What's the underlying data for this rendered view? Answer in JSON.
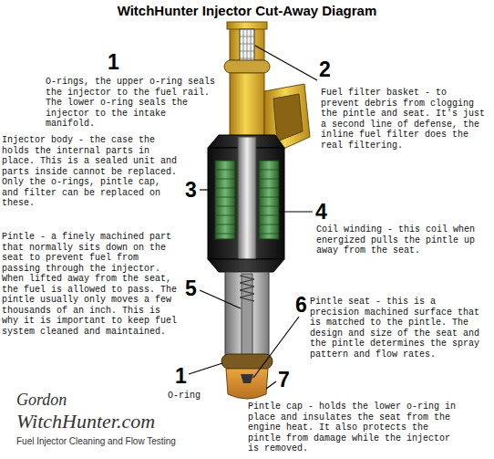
{
  "diagram": {
    "title": "WitchHunter Injector Cut-Away Diagram",
    "labels": [
      "1",
      "O-rings, the upper o-ring seals the injector to the fuel rail. The lower o-ring seals the injector to the intake manifold.",
      "2",
      "Fuel filter basket - to prevent debris from clogging the pintle and seat. It's just a second line of defense, the inline fuel filter does the real filtering.",
      "Injector body - the case the holds the internal parts in place. This is a sealed unit and parts inside cannot be replaced. Only the o-rings, pintle cap, and filter can be replaced on these.",
      "3",
      "4",
      "Coil winding - this coil when energized pulls the pintle up away from the seat.",
      "Pintle - a finely machined part that normally sits down on the seat to prevent fuel from passing through the injector. When lifted away from the seat, the fuel is allowed to pass. The pintle usually only moves a few thousands of an inch. This is why it is important to keep fuel system cleaned and maintained.",
      "5",
      "6",
      "Pintle seat - this is a precision machined surface that is matched to the pintle. The design and size of the seat and the pintle determines the spray pattern and flow rates.",
      "1",
      "O-ring",
      "7",
      "Pintle cap - holds the lower o-ring in place and insulates the seat from the engine heat. It also protects the pintle from damage while the injector is removed.",
      "Gordon",
      "WitchHunter.com",
      "Fuel Injector Cleaning and Flow Testing"
    ]
  }
}
